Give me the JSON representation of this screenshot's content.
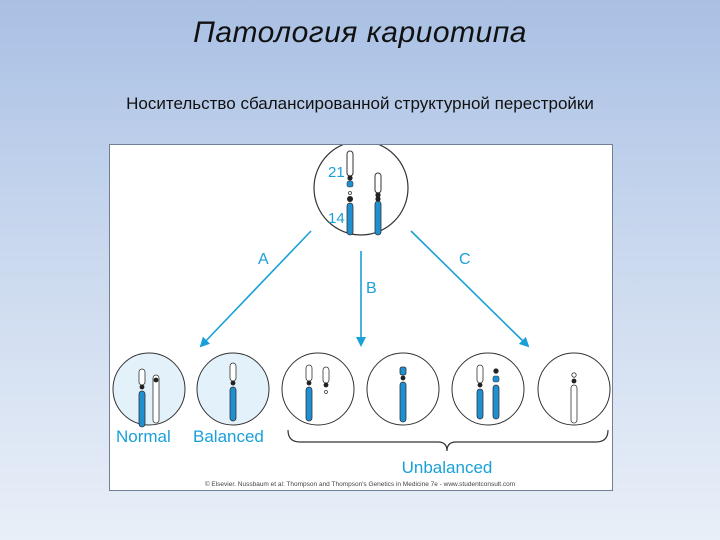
{
  "title": "Патология кариотипа",
  "subtitle": "Носительство сбалансированной структурной перестройки",
  "figure": {
    "chromosome_labels": {
      "top": "21",
      "bottom": "14"
    },
    "arrow_labels": {
      "a": "A",
      "b": "B",
      "c": "C"
    },
    "outcome_labels": {
      "normal": "Normal",
      "balanced": "Balanced",
      "unbalanced": "Unbalanced"
    },
    "credit": "© Elsevier. Nussbaum et al: Thompson and Thompson's Genetics in Medicine 7e - www.studentconsult.com",
    "colors": {
      "chromosome_blue": "#1e8fd0",
      "label_blue": "#1aa0d8",
      "circle_fill": "#e3f1fa",
      "circle_stroke": "#333333"
    }
  }
}
